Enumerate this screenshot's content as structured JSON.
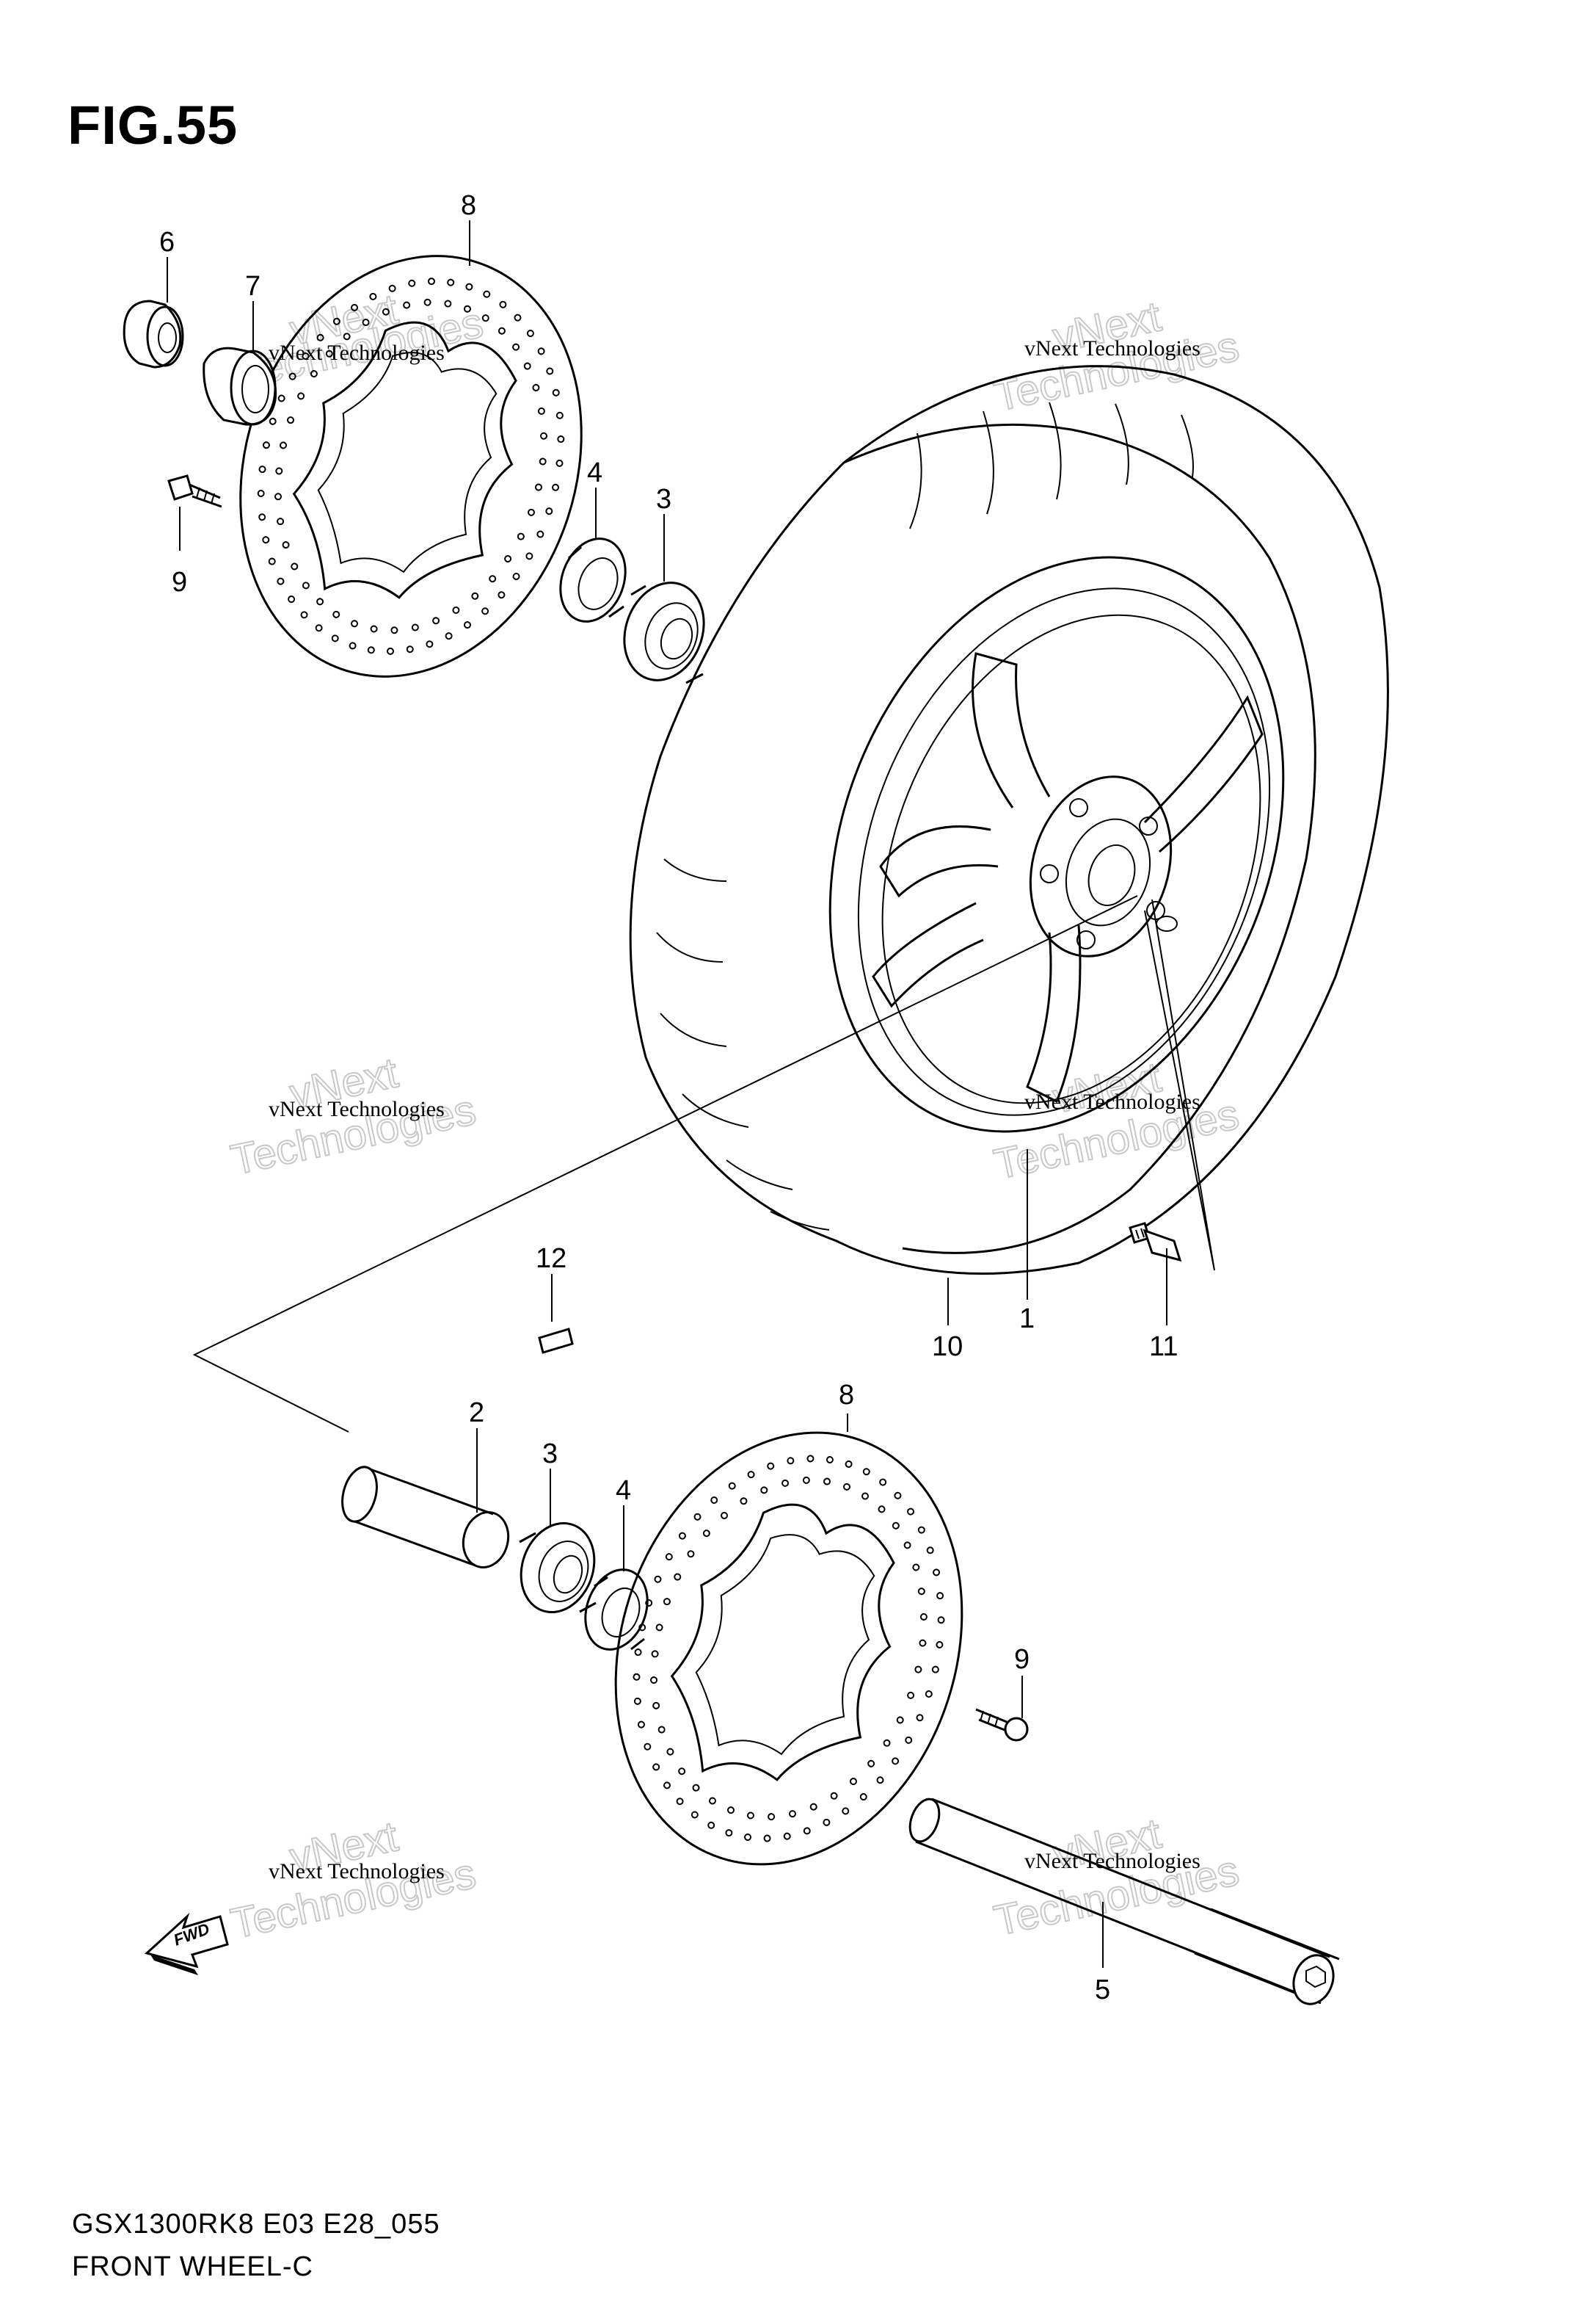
{
  "figure": {
    "title": "FIG.55",
    "code": "GSX1300RK8 E03 E28_055",
    "name": "FRONT WHEEL-C"
  },
  "callouts": [
    {
      "id": "c-8-top",
      "label": "8"
    },
    {
      "id": "c-6",
      "label": "6"
    },
    {
      "id": "c-7",
      "label": "7"
    },
    {
      "id": "c-9-top",
      "label": "9"
    },
    {
      "id": "c-4-top",
      "label": "4"
    },
    {
      "id": "c-3-top",
      "label": "3"
    },
    {
      "id": "c-12",
      "label": "12"
    },
    {
      "id": "c-10",
      "label": "10"
    },
    {
      "id": "c-1",
      "label": "1"
    },
    {
      "id": "c-11",
      "label": "11"
    },
    {
      "id": "c-2",
      "label": "2"
    },
    {
      "id": "c-3-bot",
      "label": "3"
    },
    {
      "id": "c-4-bot",
      "label": "4"
    },
    {
      "id": "c-8-bot",
      "label": "8"
    },
    {
      "id": "c-9-bot",
      "label": "9"
    },
    {
      "id": "c-5",
      "label": "5"
    }
  ],
  "watermark": {
    "line1": "vNext Technologies",
    "line2": "Technologies",
    "line3": "vNext"
  },
  "arrow": {
    "label": "FWD"
  }
}
